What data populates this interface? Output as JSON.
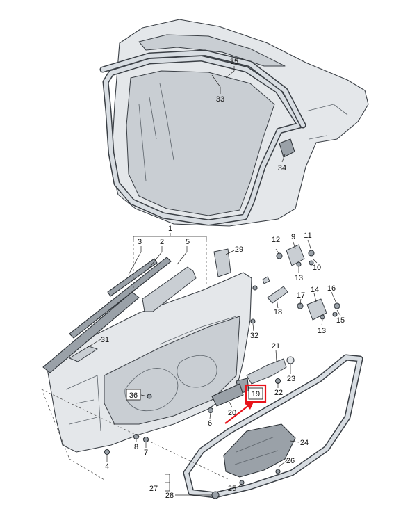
{
  "colors": {
    "line": "#3a3f45",
    "fill": "#e4e7ea",
    "highlight": "#e8121a"
  },
  "callouts": [
    {
      "id": "c35",
      "label": "35"
    },
    {
      "id": "c33",
      "label": "33"
    },
    {
      "id": "c34",
      "label": "34"
    },
    {
      "id": "c1",
      "label": "1"
    },
    {
      "id": "c3",
      "label": "3"
    },
    {
      "id": "c2",
      "label": "2"
    },
    {
      "id": "c5",
      "label": "5"
    },
    {
      "id": "c29",
      "label": "29"
    },
    {
      "id": "c12",
      "label": "12"
    },
    {
      "id": "c9",
      "label": "9"
    },
    {
      "id": "c11",
      "label": "11"
    },
    {
      "id": "c10",
      "label": "10"
    },
    {
      "id": "c13a",
      "label": "13"
    },
    {
      "id": "c14",
      "label": "14"
    },
    {
      "id": "c16",
      "label": "16"
    },
    {
      "id": "c17",
      "label": "17"
    },
    {
      "id": "c18",
      "label": "18"
    },
    {
      "id": "c15",
      "label": "15"
    },
    {
      "id": "c13b",
      "label": "13"
    },
    {
      "id": "c32",
      "label": "32"
    },
    {
      "id": "c31",
      "label": "31"
    },
    {
      "id": "c21",
      "label": "21"
    },
    {
      "id": "c23",
      "label": "23"
    },
    {
      "id": "c22",
      "label": "22"
    },
    {
      "id": "c36",
      "label": "36"
    },
    {
      "id": "c19",
      "label": "19"
    },
    {
      "id": "c20",
      "label": "20"
    },
    {
      "id": "c6",
      "label": "6"
    },
    {
      "id": "c8",
      "label": "8"
    },
    {
      "id": "c7",
      "label": "7"
    },
    {
      "id": "c4",
      "label": "4"
    },
    {
      "id": "c24",
      "label": "24"
    },
    {
      "id": "c26",
      "label": "26"
    },
    {
      "id": "c25",
      "label": "25"
    },
    {
      "id": "c27",
      "label": "27"
    },
    {
      "id": "c28",
      "label": "28"
    }
  ],
  "highlighted_part": "19"
}
